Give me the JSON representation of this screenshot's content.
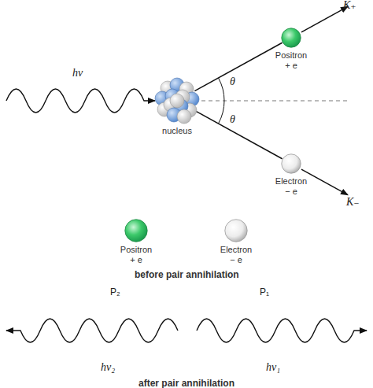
{
  "diagram": {
    "nodes": [
      {
        "text": [
          "nucleus"
        ]
      },
      {
        "text": [
          "Positron",
          "+ e"
        ]
      },
      {
        "text": [
          "Electron",
          "− e"
        ]
      },
      {
        "text": [
          "Positron",
          "+ e"
        ]
      },
      {
        "text": [
          "Electron",
          "− e"
        ]
      }
    ],
    "edges": [
      {
        "from": 0,
        "to": 1,
        "arrow": "none"
      },
      {
        "from": 0,
        "to": 2,
        "arrow": "none"
      }
    ],
    "labels": [
      "hν",
      "θ",
      "θ",
      "K₊",
      "K₋",
      "before pair annihilation",
      "P₂",
      "P₁",
      "hν₂",
      "hν₁",
      "after pair annihilation"
    ]
  }
}
